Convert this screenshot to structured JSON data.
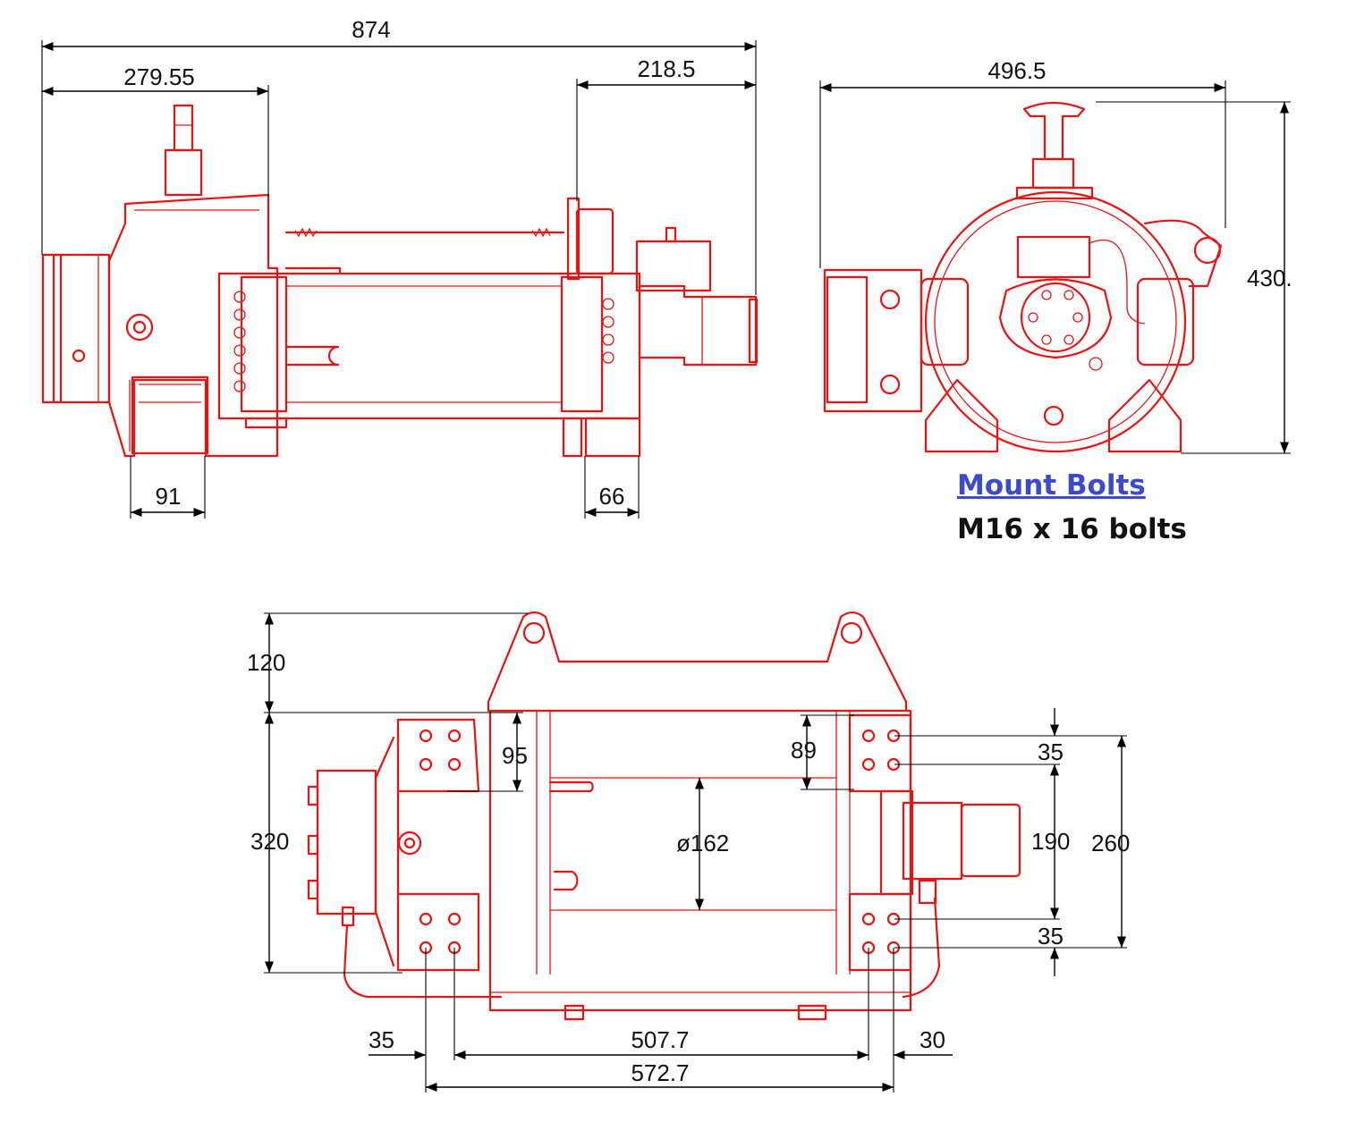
{
  "notes": {
    "title": "Mount Bolts",
    "body": "M16 x 16 bolts"
  },
  "side_view": {
    "overall_length": "874",
    "motor_end_length": "279.55",
    "drum_end_length": "218.5",
    "left_foot_width": "91",
    "right_foot_width": "66"
  },
  "end_view": {
    "width": "496.5",
    "height": "430."
  },
  "top_view": {
    "frame_height": "120",
    "mount_span": "320",
    "left_pad_depth": "95",
    "right_pad_depth": "89",
    "drum_diameter": "ø162",
    "right_top_hole_offset": "35",
    "right_bottom_hole_offset": "35",
    "inner_hole_span": "190",
    "outer_hole_span": "260",
    "left_hole_offset": "35",
    "hole_span_inner": "507.7",
    "right_hole_offset": "30",
    "hole_span_outer": "572.7"
  },
  "colors": {
    "drawing": "#ee1111",
    "dimension": "#000000",
    "link": "#3a4bd0"
  }
}
